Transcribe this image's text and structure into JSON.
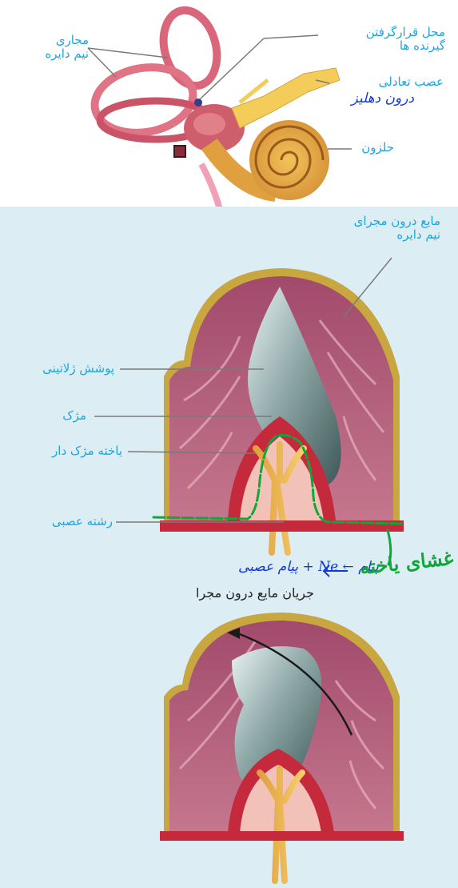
{
  "inner_ear": {
    "labels": {
      "semicircular_canals": [
        "مجاری",
        "نیم دایره"
      ],
      "receptor_location": [
        "محل قرارگرفتن",
        "گیرنده ها"
      ],
      "vestibular_nerve": "عصب تعادلی",
      "cochlea": "حلزون"
    },
    "handwriting_blue": "درون دهلیز"
  },
  "ampulla_upper": {
    "labels": {
      "canal_fluid": [
        "مایع درون مجرای",
        "نیم دایره"
      ],
      "gelatinous_cover": "پوشش ژلاتینی",
      "cilia": "مژک",
      "hair_cell": "یاخته مژک دار",
      "nerve_fiber": "رشته عصبی"
    },
    "handwriting_blue": "پیام ← Ne + پیام عصبی",
    "handwriting_green": "غشای یاخته"
  },
  "ampulla_lower": {
    "caption": "جریان مایع درون مجرا"
  },
  "colors": {
    "label": "#1aa6e0",
    "panel": "#dcedf4",
    "tissue": "#b05a78",
    "border": "#c8a640",
    "jelly": "#7f9898",
    "ink_blue": "#1238d8",
    "ink_green": "#10a63a"
  }
}
